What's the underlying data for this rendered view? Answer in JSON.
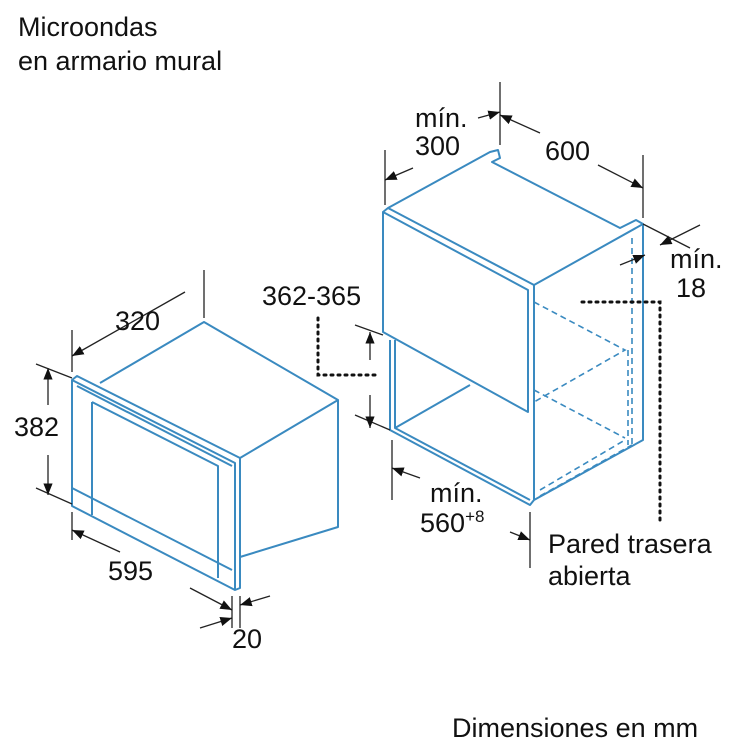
{
  "title": {
    "line1": "Microondas",
    "line2": "en armario mural"
  },
  "microwave": {
    "depth": "320",
    "height": "382",
    "width": "595",
    "frame_depth": "20"
  },
  "cabinet": {
    "min_label_top": "mín.",
    "min_depth": "300",
    "width": "600",
    "min_label_side": "mín.",
    "min_side": "18",
    "niche_height": "362-365",
    "min_label_bottom": "mín.",
    "min_width": "560",
    "min_width_tolerance": "+8",
    "rear_wall_line1": "Pared trasera",
    "rear_wall_line2": "abierta"
  },
  "footer": "Dimensiones en mm",
  "colors": {
    "line": "#3a8ac0",
    "text": "#111111"
  }
}
